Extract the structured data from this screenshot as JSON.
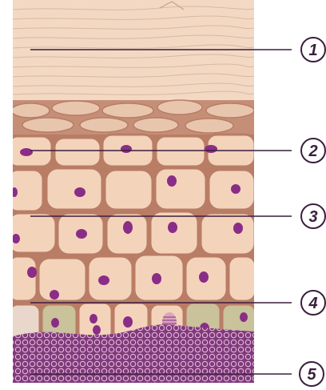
{
  "colors": {
    "background": "#ffffff",
    "stratum_corneum": "#f3d9c4",
    "granular_layer": "#d9b49a",
    "cell_fill": "#f4d3bb",
    "cell_border": "#b97d66",
    "nucleus": "#8a2d87",
    "basal_green": "#c9c29b",
    "dermis_purple": "#7e3a7c",
    "callout_line": "#3a1f3d"
  },
  "callouts": [
    {
      "label": "1"
    },
    {
      "label": "2"
    },
    {
      "label": "3"
    },
    {
      "label": "4"
    },
    {
      "label": "5"
    }
  ]
}
